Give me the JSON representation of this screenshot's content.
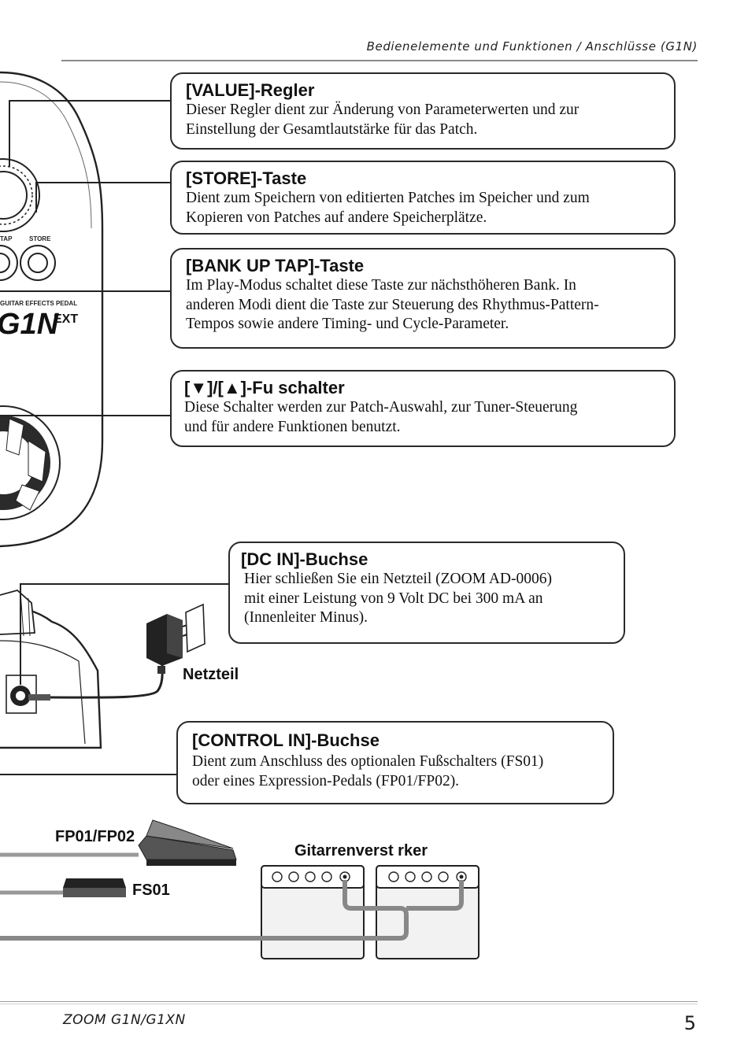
{
  "header": {
    "title": "Bedienelemente und Funktionen / Anschlüsse (G1N)"
  },
  "device": {
    "button_labels": [
      "TAP",
      "STORE"
    ],
    "logo_tagline": "GUITAR EFFECTS PEDAL",
    "logo_main": "G1N",
    "logo_sup": "EXT"
  },
  "callouts": [
    {
      "title": "[VALUE]-Regler",
      "lines": [
        "Dieser Regler dient zur Änderung von Parameterwerten und zur",
        "Einstellung der Gesamtlautstärke für das Patch."
      ]
    },
    {
      "title": "[STORE]-Taste",
      "lines": [
        "Dient zum Speichern von editierten Patches im Speicher und zum",
        "Kopieren von Patches auf andere Speicherplätze."
      ]
    },
    {
      "title": "[BANK UP TAP]-Taste",
      "lines": [
        "Im Play-Modus schaltet diese Taste zur nächsthöheren Bank. In",
        "anderen Modi dient die Taste zur Steuerung des Rhythmus-Pattern-",
        "Tempos sowie andere Timing- und Cycle-Parameter."
      ]
    },
    {
      "title": "[▼]/[▲]-Fu  schalter",
      "lines": [
        "Diese Schalter werden zur Patch-Auswahl, zur Tuner-Steuerung",
        "und für andere Funktionen benutzt."
      ]
    },
    {
      "title": "[DC IN]-Buchse",
      "lines": [
        "Hier schließen Sie ein Netzteil (ZOOM AD-0006)",
        "mit einer Leistung von 9 Volt DC bei 300 mA an",
        "(Innenleiter Minus)."
      ]
    },
    {
      "title": "[CONTROL IN]-Buchse",
      "lines": [
        "Dient zum Anschluss des optionalen Fußschalters (FS01)",
        "oder eines Expression-Pedals (FP01/FP02)."
      ]
    }
  ],
  "labels": {
    "adapter": "Netzteil",
    "pedal": "FP01/FP02",
    "footswitch": "FS01",
    "amplifier": "Gitarrenverst  rker"
  },
  "footer": {
    "model": "ZOOM G1N/G1XN",
    "page": "5"
  }
}
